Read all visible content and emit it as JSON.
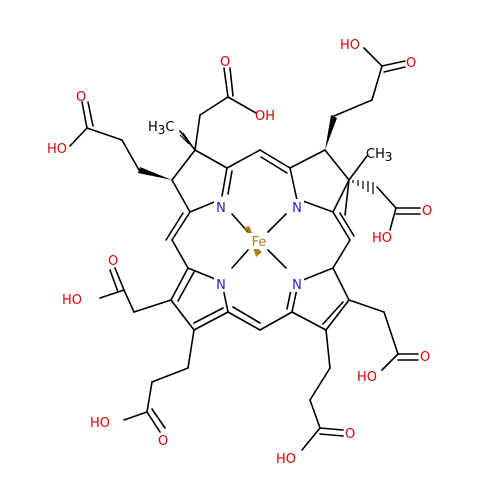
{
  "labels": {
    "fe": "Fe",
    "n": "N",
    "oh": "OH",
    "ho": "HO",
    "o": "O",
    "ch3": "CH",
    "ch3_sub": "3",
    "h3c": "H",
    "h3c_sub": "3",
    "h3c_c": "C"
  },
  "colors": {
    "carbon": "#000000",
    "nitrogen": "#1f1fd0",
    "oxygen": "#e00000",
    "iron": "#b07818"
  }
}
